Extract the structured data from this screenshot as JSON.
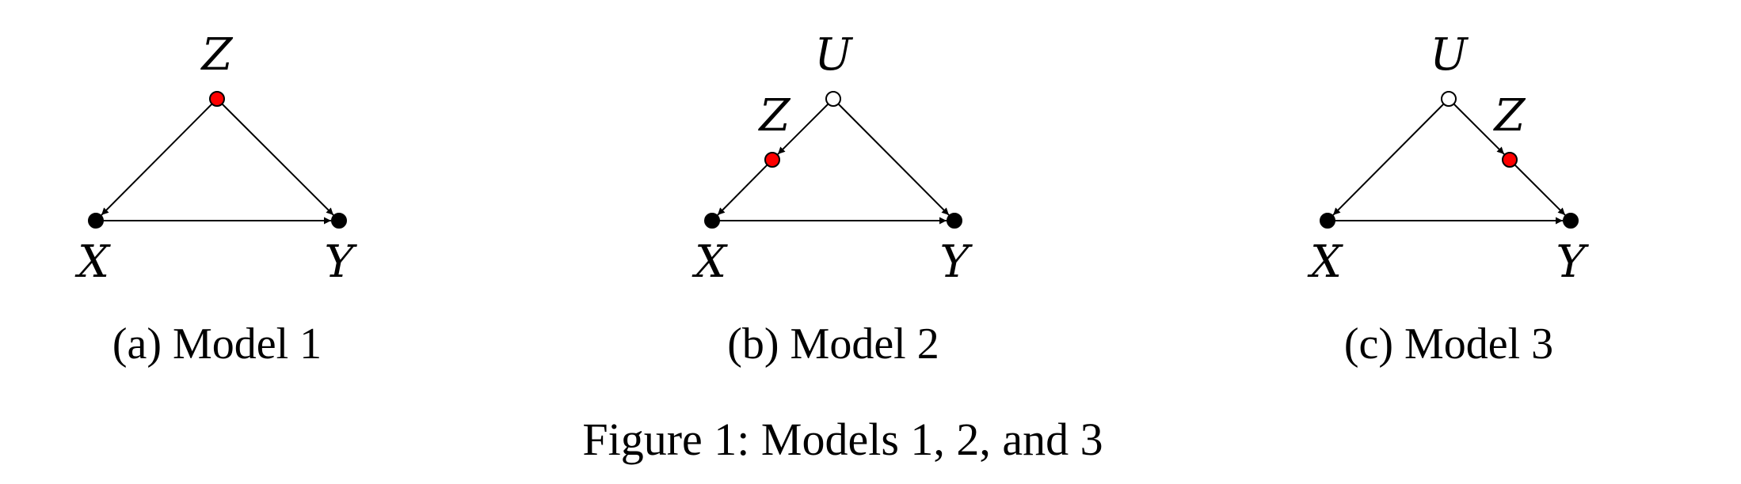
{
  "figure": {
    "caption": "Figure 1: Models 1, 2, and 3"
  },
  "colors": {
    "observed": "#000000",
    "treatment_instrument": "#ff0000",
    "latent": "#ffffff"
  },
  "panels": [
    {
      "subcaption": "(a) Model 1",
      "nodes": [
        {
          "id": "Z",
          "label": "Z",
          "kind": "red"
        },
        {
          "id": "X",
          "label": "X",
          "kind": "black"
        },
        {
          "id": "Y",
          "label": "Y",
          "kind": "black"
        }
      ],
      "edges": [
        {
          "from": "Z",
          "to": "X"
        },
        {
          "from": "Z",
          "to": "Y"
        },
        {
          "from": "X",
          "to": "Y"
        }
      ]
    },
    {
      "subcaption": "(b) Model 2",
      "nodes": [
        {
          "id": "U",
          "label": "U",
          "kind": "white"
        },
        {
          "id": "Z",
          "label": "Z",
          "kind": "red"
        },
        {
          "id": "X",
          "label": "X",
          "kind": "black"
        },
        {
          "id": "Y",
          "label": "Y",
          "kind": "black"
        }
      ],
      "edges": [
        {
          "from": "U",
          "to": "Z"
        },
        {
          "from": "Z",
          "to": "X"
        },
        {
          "from": "U",
          "to": "Y"
        },
        {
          "from": "X",
          "to": "Y"
        }
      ]
    },
    {
      "subcaption": "(c) Model 3",
      "nodes": [
        {
          "id": "U",
          "label": "U",
          "kind": "white"
        },
        {
          "id": "Z",
          "label": "Z",
          "kind": "red"
        },
        {
          "id": "X",
          "label": "X",
          "kind": "black"
        },
        {
          "id": "Y",
          "label": "Y",
          "kind": "black"
        }
      ],
      "edges": [
        {
          "from": "U",
          "to": "X"
        },
        {
          "from": "U",
          "to": "Z"
        },
        {
          "from": "Z",
          "to": "Y"
        },
        {
          "from": "X",
          "to": "Y"
        }
      ]
    }
  ]
}
